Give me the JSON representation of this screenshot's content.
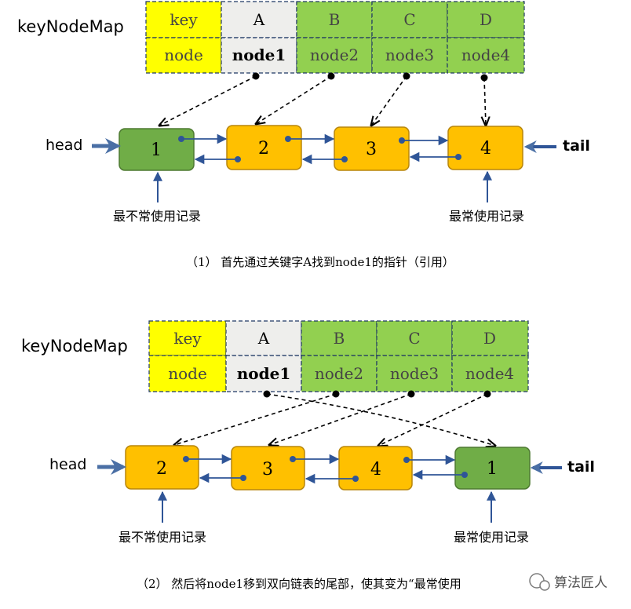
{
  "colors": {
    "yellow": "#ffff00",
    "grey": "#eeeeec",
    "green_cell": "#92d050",
    "node_orange": "#ffc000",
    "node_green": "#70ad47",
    "arrow_blue": "#2f5597",
    "head_arrow_blue": "#4a6fa5",
    "dash_border": "#1f3864"
  },
  "panel1": {
    "map_label": "keyNodeMap",
    "header_key": "key",
    "header_node": "node",
    "keys": [
      "A",
      "B",
      "C",
      "D"
    ],
    "nodes": [
      "node1",
      "node2",
      "node3",
      "node4"
    ],
    "list": [
      "1",
      "2",
      "3",
      "4"
    ],
    "head_label": "head",
    "tail_label": "tail",
    "lru_label": "最不常使用记录",
    "mru_label": "最常使用记录",
    "caption": "（1） 首先通过关键字A找到node1的指针（引用）"
  },
  "panel2": {
    "map_label": "keyNodeMap",
    "header_key": "key",
    "header_node": "node",
    "keys": [
      "A",
      "B",
      "C",
      "D"
    ],
    "nodes": [
      "node1",
      "node2",
      "node3",
      "node4"
    ],
    "list": [
      "2",
      "3",
      "4",
      "1"
    ],
    "head_label": "head",
    "tail_label": "tail",
    "lru_label": "最不常使用记录",
    "mru_label": "最常使用记录",
    "caption": "（2） 然后将node1移到双向链表的尾部，使其变为“最常使用",
    "watermark": "算法匠人"
  }
}
